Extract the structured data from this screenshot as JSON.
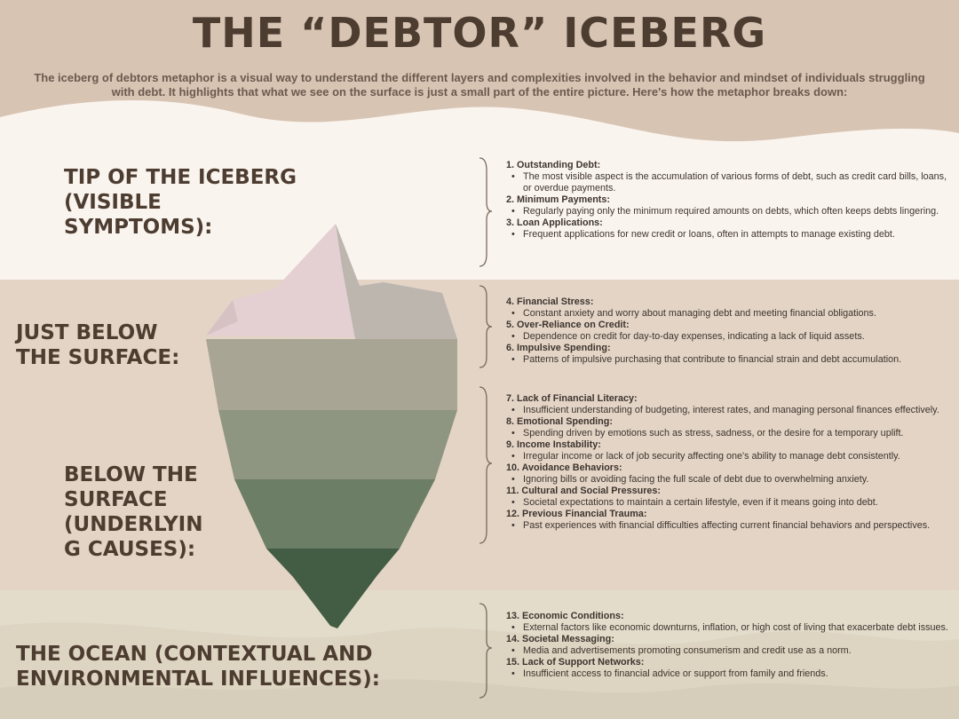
{
  "title": "THE “DEBTOR” ICEBERG",
  "intro": "The iceberg of debtors metaphor is a visual way to understand the different layers and complexities involved in the behavior and mindset of individuals struggling with debt. It highlights that what we see on the surface is just a small part of the entire picture. Here's how the metaphor breaks down:",
  "colors": {
    "top_band": "#d8c4b3",
    "light_band": "#faf4ef",
    "mid_band": "#e3d4c6",
    "ocean": "#e3dccb",
    "heading_text": "#4d3d31",
    "ice_tip": "#e4d0d2",
    "ice_shadow": "#bcb6af",
    "ice_deep": "#435c44"
  },
  "sections": [
    {
      "heading": "TIP OF THE ICEBERG\n(VISIBLE\nSYMPTOMS):",
      "items": [
        {
          "title": "1. Outstanding Debt:",
          "desc": "The most visible aspect is the accumulation of various forms of debt, such as credit card bills, loans, or overdue payments."
        },
        {
          "title": "2. Minimum Payments:",
          "desc": "Regularly paying only the minimum required amounts on debts, which often keeps debts lingering."
        },
        {
          "title": "3. Loan Applications:",
          "desc": "Frequent applications for new credit or loans, often in attempts to manage existing debt."
        }
      ]
    },
    {
      "heading": "JUST BELOW\nTHE SURFACE:",
      "items": [
        {
          "title": "4. Financial Stress:",
          "desc": "Constant anxiety and worry about managing debt and meeting financial obligations."
        },
        {
          "title": "5. Over-Reliance on Credit:",
          "desc": "Dependence on credit for day-to-day expenses, indicating a lack of liquid assets."
        },
        {
          "title": "6. Impulsive Spending:",
          "desc": "Patterns of impulsive purchasing that contribute to financial strain and debt accumulation."
        }
      ]
    },
    {
      "heading": "BELOW THE\nSURFACE\n(UNDERLYIN\nG CAUSES):",
      "items": [
        {
          "title": "7. Lack of Financial Literacy:",
          "desc": "Insufficient understanding of budgeting, interest rates, and managing personal finances effectively."
        },
        {
          "title": "8. Emotional Spending:",
          "desc": "Spending driven by emotions such as stress, sadness, or the desire for a temporary uplift."
        },
        {
          "title": "9. Income Instability:",
          "desc": "Irregular income or lack of job security affecting one's ability to manage debt consistently."
        },
        {
          "title": "10. Avoidance Behaviors:",
          "desc": "Ignoring bills or avoiding facing the full scale of debt due to overwhelming anxiety."
        },
        {
          "title": "11. Cultural and Social Pressures:",
          "desc": "Societal expectations to maintain a certain lifestyle, even if it means going into debt."
        },
        {
          "title": "12. Previous Financial Trauma:",
          "desc": "Past experiences with financial difficulties affecting current financial behaviors and perspectives."
        }
      ]
    },
    {
      "heading": "THE OCEAN (CONTEXTUAL AND\nENVIRONMENTAL INFLUENCES):",
      "items": [
        {
          "title": "13. Economic Conditions:",
          "desc": "External factors like economic downturns, inflation, or high cost of living that exacerbate debt issues."
        },
        {
          "title": "14. Societal Messaging:",
          "desc": "Media and advertisements promoting consumerism and credit use as a norm."
        },
        {
          "title": "15. Lack of Support Networks:",
          "desc": "Insufficient access to financial advice or support from family and friends."
        }
      ]
    }
  ]
}
